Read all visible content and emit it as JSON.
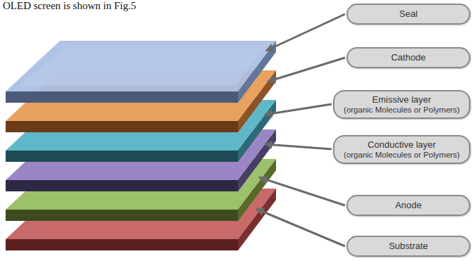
{
  "diagram": {
    "nodes": [
      {
        "text": [
          "Seal"
        ]
      },
      {
        "text": [
          "Cathode"
        ]
      },
      {
        "text": [
          "Emissive layer",
          "(organic Molecules or Polymers)"
        ]
      },
      {
        "text": [
          "Conductive layer",
          "(organic Molecules or Polymers)"
        ]
      },
      {
        "text": [
          "Anode"
        ]
      },
      {
        "text": [
          "Substrate"
        ]
      }
    ],
    "labels": [
      "OLED screen is shown in Fig.5"
    ]
  }
}
